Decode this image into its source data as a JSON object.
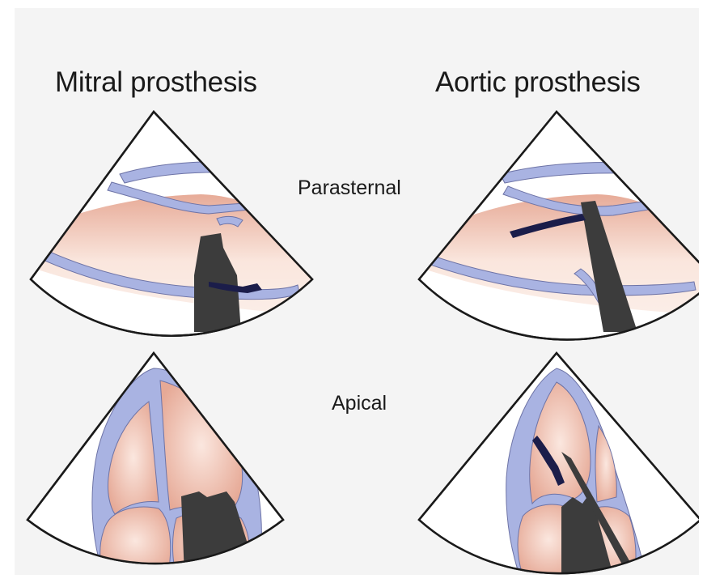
{
  "columns": {
    "left": "Mitral prosthesis",
    "right": "Aortic prosthesis"
  },
  "views": {
    "top": "Parasternal",
    "bottom": "Apical"
  },
  "colors": {
    "background": "#f4f4f4",
    "sector_fill": "#ffffff",
    "outline": "#1a1a1a",
    "chamber_fill": "#ebb9aa",
    "wall": "#a9b3e2",
    "shadow": "#3c3c3c",
    "jet": "#1b1d4a"
  }
}
